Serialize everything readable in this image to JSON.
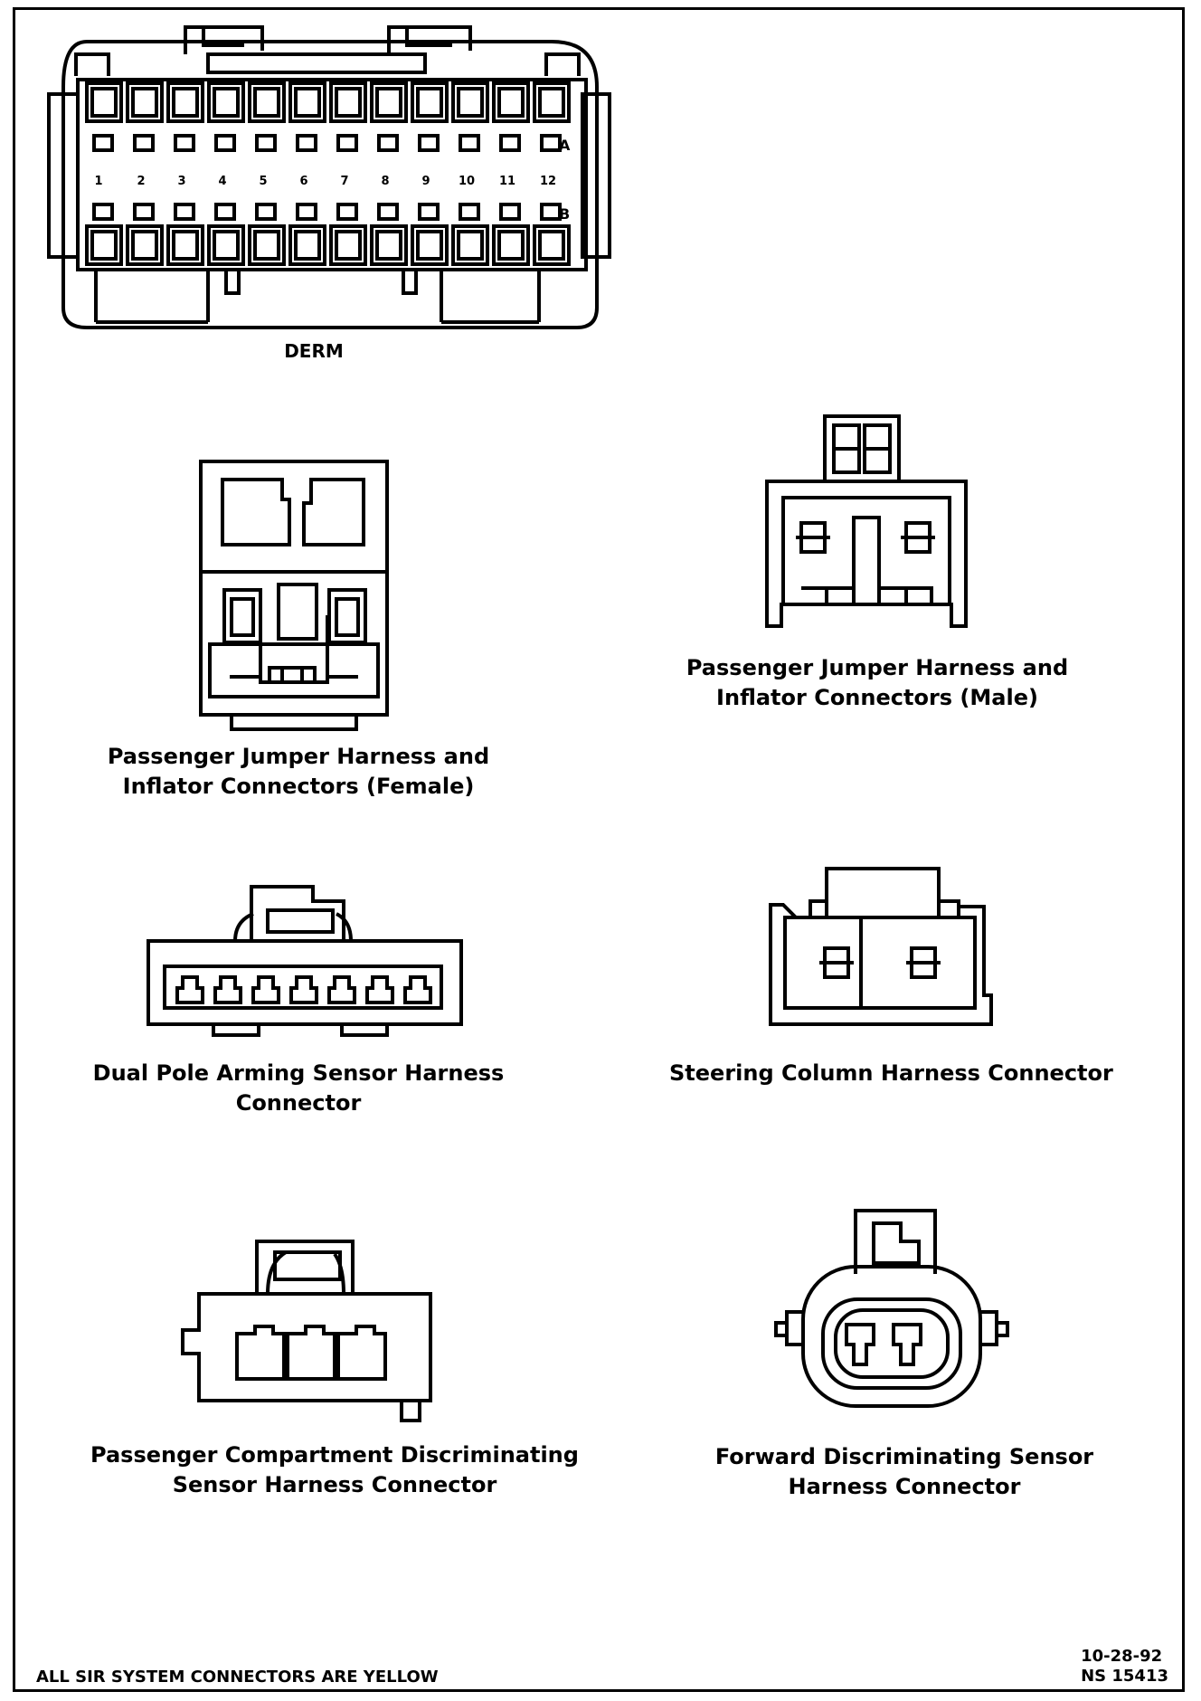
{
  "connectors": {
    "derm": {
      "label": "DERM",
      "row_a_label": "A",
      "row_b_label": "B",
      "pins": [
        "1",
        "2",
        "3",
        "4",
        "5",
        "6",
        "7",
        "8",
        "9",
        "10",
        "11",
        "12"
      ]
    },
    "passenger_female": {
      "label_line1": "Passenger Jumper Harness and",
      "label_line2": "Inflator Connectors (Female)"
    },
    "passenger_male": {
      "label_line1": "Passenger Jumper Harness and",
      "label_line2": "Inflator Connectors (Male)"
    },
    "dual_pole": {
      "label_line1": "Dual Pole Arming Sensor Harness",
      "label_line2": "Connector"
    },
    "steering_column": {
      "label_line1": "Steering Column Harness Connector"
    },
    "passenger_compartment": {
      "label_line1": "Passenger Compartment Discriminating",
      "label_line2": "Sensor Harness Connector"
    },
    "forward_sensor": {
      "label_line1": "Forward Discriminating Sensor",
      "label_line2": "Harness Connector"
    }
  },
  "footer": {
    "note": "ALL SIR SYSTEM CONNECTORS ARE YELLOW",
    "date": "10-28-92",
    "code": "NS 15413"
  }
}
